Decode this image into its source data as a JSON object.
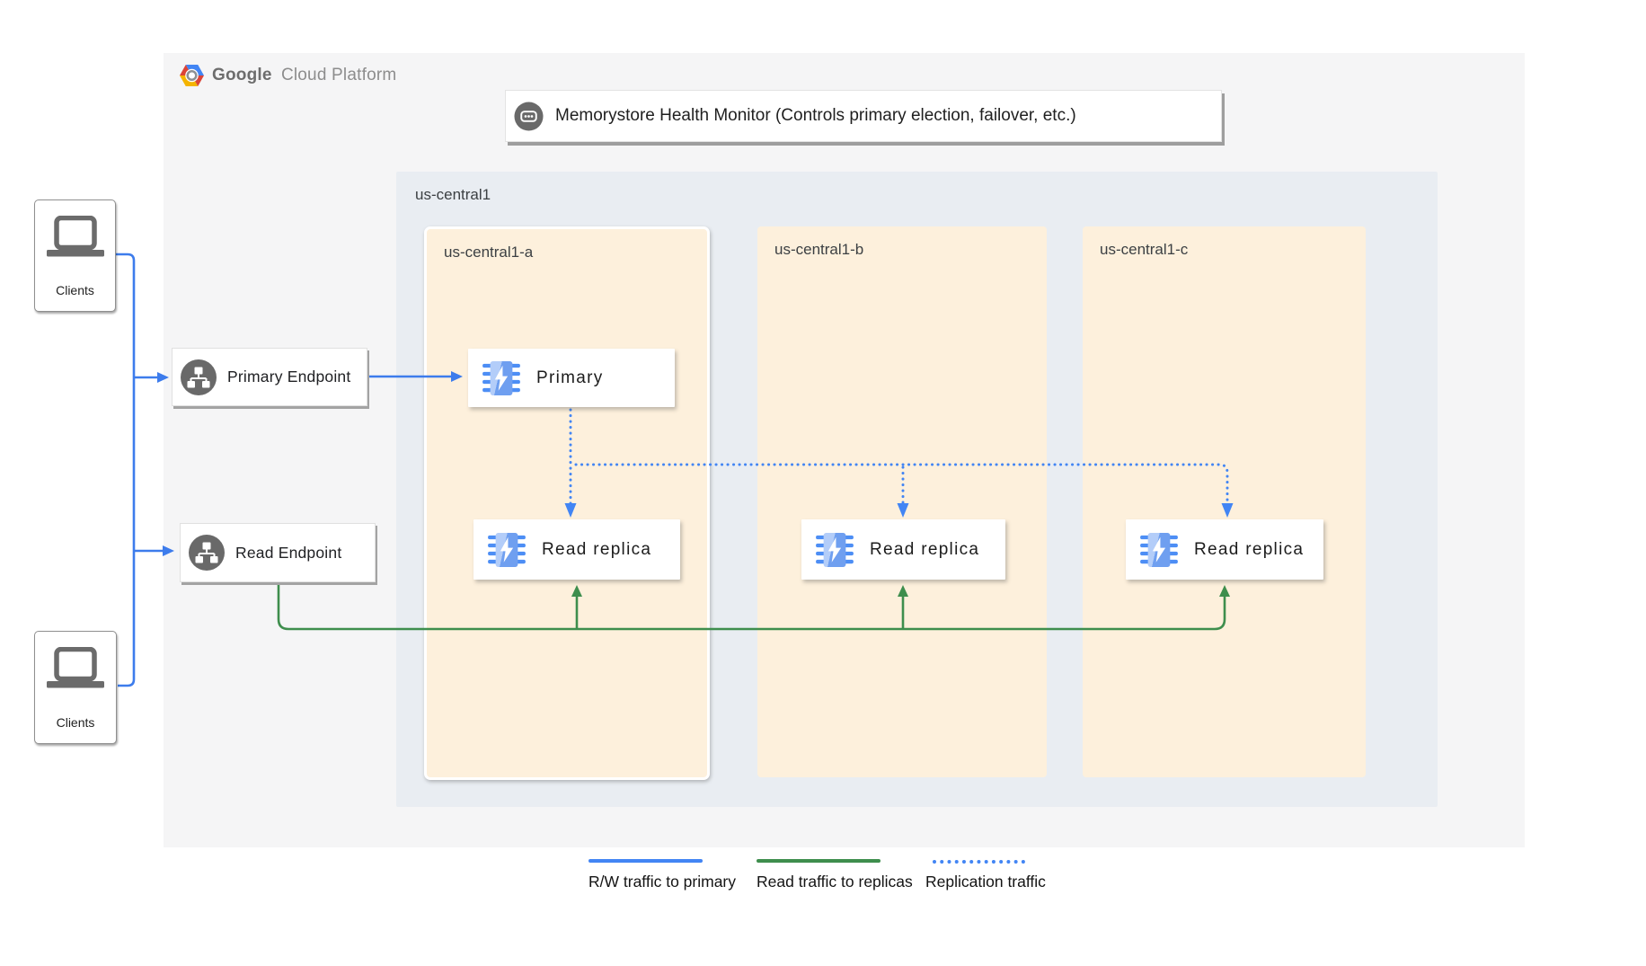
{
  "brand": {
    "bold": "Google",
    "light": "Cloud Platform",
    "icon": "gcp-hexagon-logo"
  },
  "health_monitor": {
    "label": "Memorystore Health Monitor (Controls primary election, failover, etc.)",
    "icon": "service-ellipsis-icon"
  },
  "region": {
    "label": "us-central1",
    "zones": [
      {
        "label": "us-central1-a",
        "highlighted": true,
        "nodes": [
          {
            "label": "Primary",
            "icon": "memorystore-icon"
          },
          {
            "label": "Read replica",
            "icon": "memorystore-icon"
          }
        ]
      },
      {
        "label": "us-central1-b",
        "highlighted": false,
        "nodes": [
          {
            "label": "Read replica",
            "icon": "memorystore-icon"
          }
        ]
      },
      {
        "label": "us-central1-c",
        "highlighted": false,
        "nodes": [
          {
            "label": "Read replica",
            "icon": "memorystore-icon"
          }
        ]
      }
    ]
  },
  "endpoints": {
    "primary": {
      "label": "Primary Endpoint",
      "icon": "network-endpoint-icon"
    },
    "read": {
      "label": "Read Endpoint",
      "icon": "network-endpoint-icon"
    }
  },
  "clients": {
    "top": {
      "label": "Clients",
      "icon": "laptop-icon"
    },
    "bottom": {
      "label": "Clients",
      "icon": "laptop-icon"
    }
  },
  "legend": {
    "items": [
      {
        "label": "R/W traffic to primary",
        "style": "solid",
        "color": "#4285f4"
      },
      {
        "label": "Read traffic to replicas",
        "style": "solid",
        "color": "#3e8e4d"
      },
      {
        "label": "Replication traffic",
        "style": "dotted",
        "color": "#4285f4"
      }
    ]
  },
  "colors": {
    "rw_traffic_blue": "#3d7cec",
    "read_traffic_green": "#3e8e4d",
    "replication_blue": "#4285f4",
    "region_fill": "#e9edf2",
    "zone_fill": "#fdf0dc",
    "panel_fill": "#f5f5f6",
    "icon_gray": "#696969"
  }
}
